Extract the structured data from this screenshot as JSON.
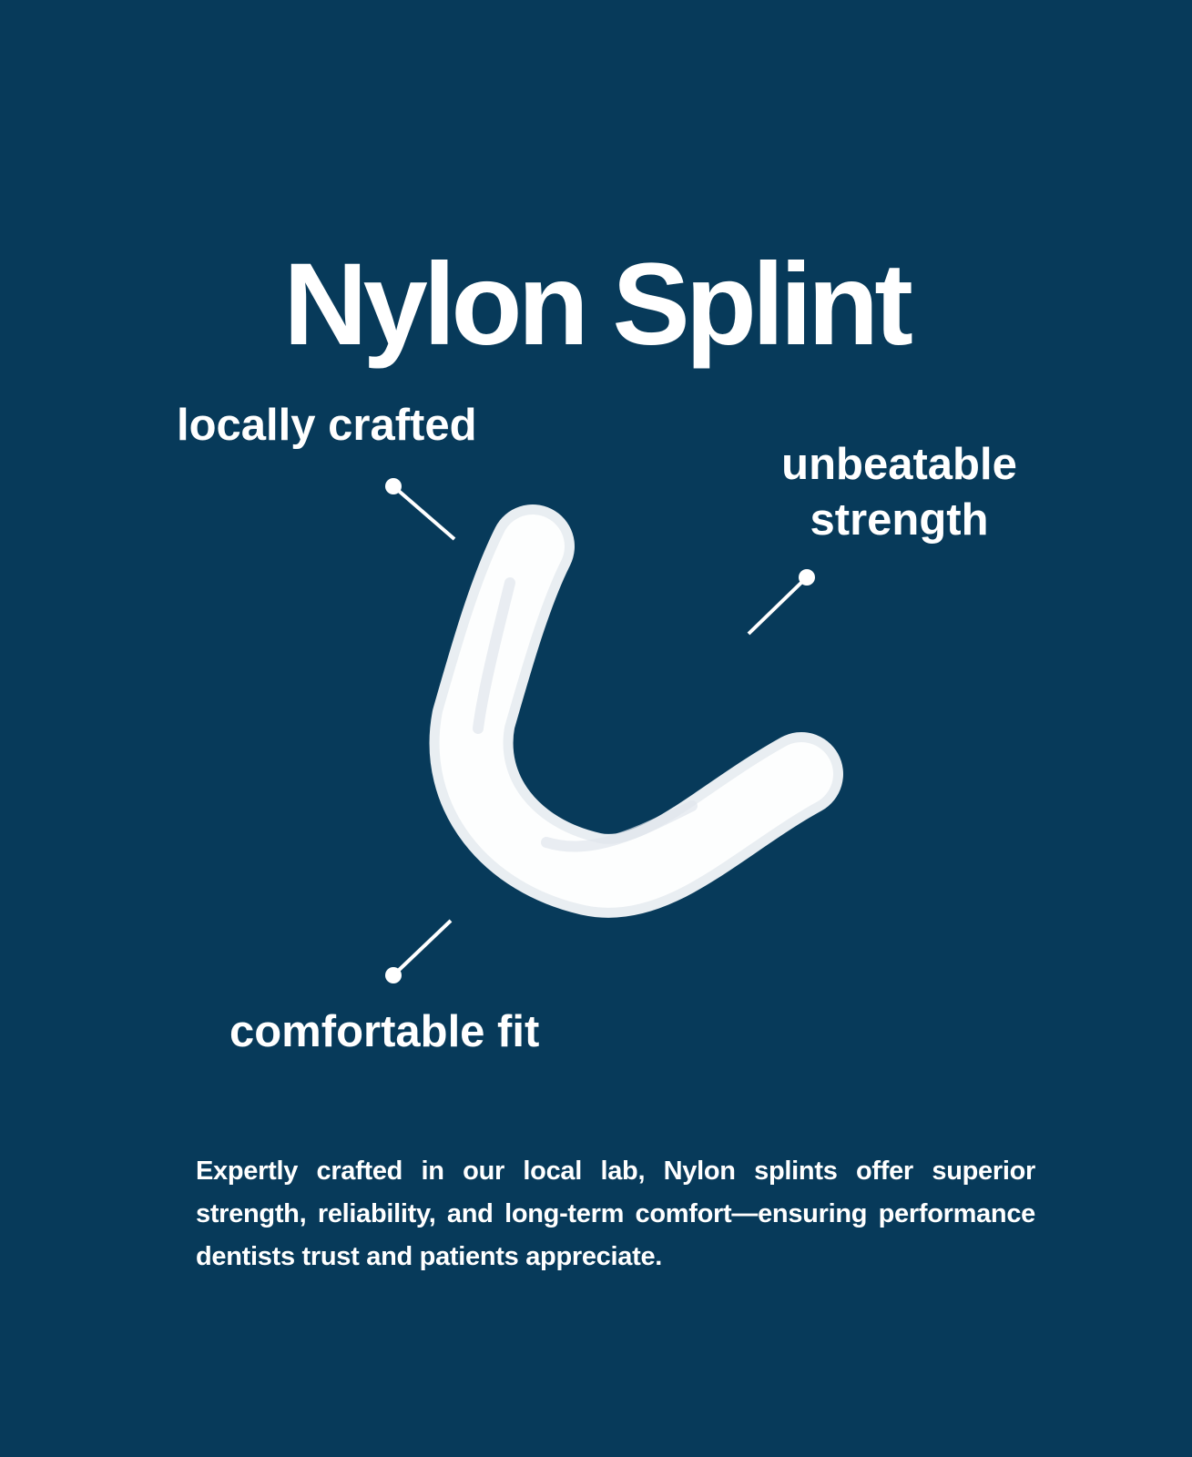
{
  "title": "Nylon Splint",
  "callouts": {
    "locally_crafted": "locally crafted",
    "unbeatable_strength": "unbeatable strength",
    "comfortable_fit": "comfortable fit"
  },
  "description": "Expertly crafted in our local lab, Nylon splints offer superior strength, reliability, and long-term comfort—ensuring performance dentists trust and patients appreciate.",
  "colors": {
    "background": "#073a5a",
    "text": "#ffffff"
  }
}
